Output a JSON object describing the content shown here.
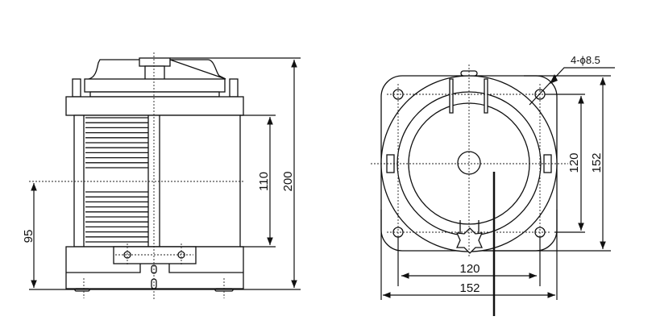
{
  "side_view": {
    "dim_total_height": "200",
    "dim_lens_height": "110",
    "dim_center_height": "95"
  },
  "top_view": {
    "dim_hole_spacing_vertical": "120",
    "dim_width_vertical": "152",
    "dim_hole_spacing_horizontal": "120",
    "dim_width_horizontal": "152",
    "hole_callout": "4-ϕ8.5"
  },
  "colors": {
    "line": "#111111",
    "background": "#ffffff"
  }
}
